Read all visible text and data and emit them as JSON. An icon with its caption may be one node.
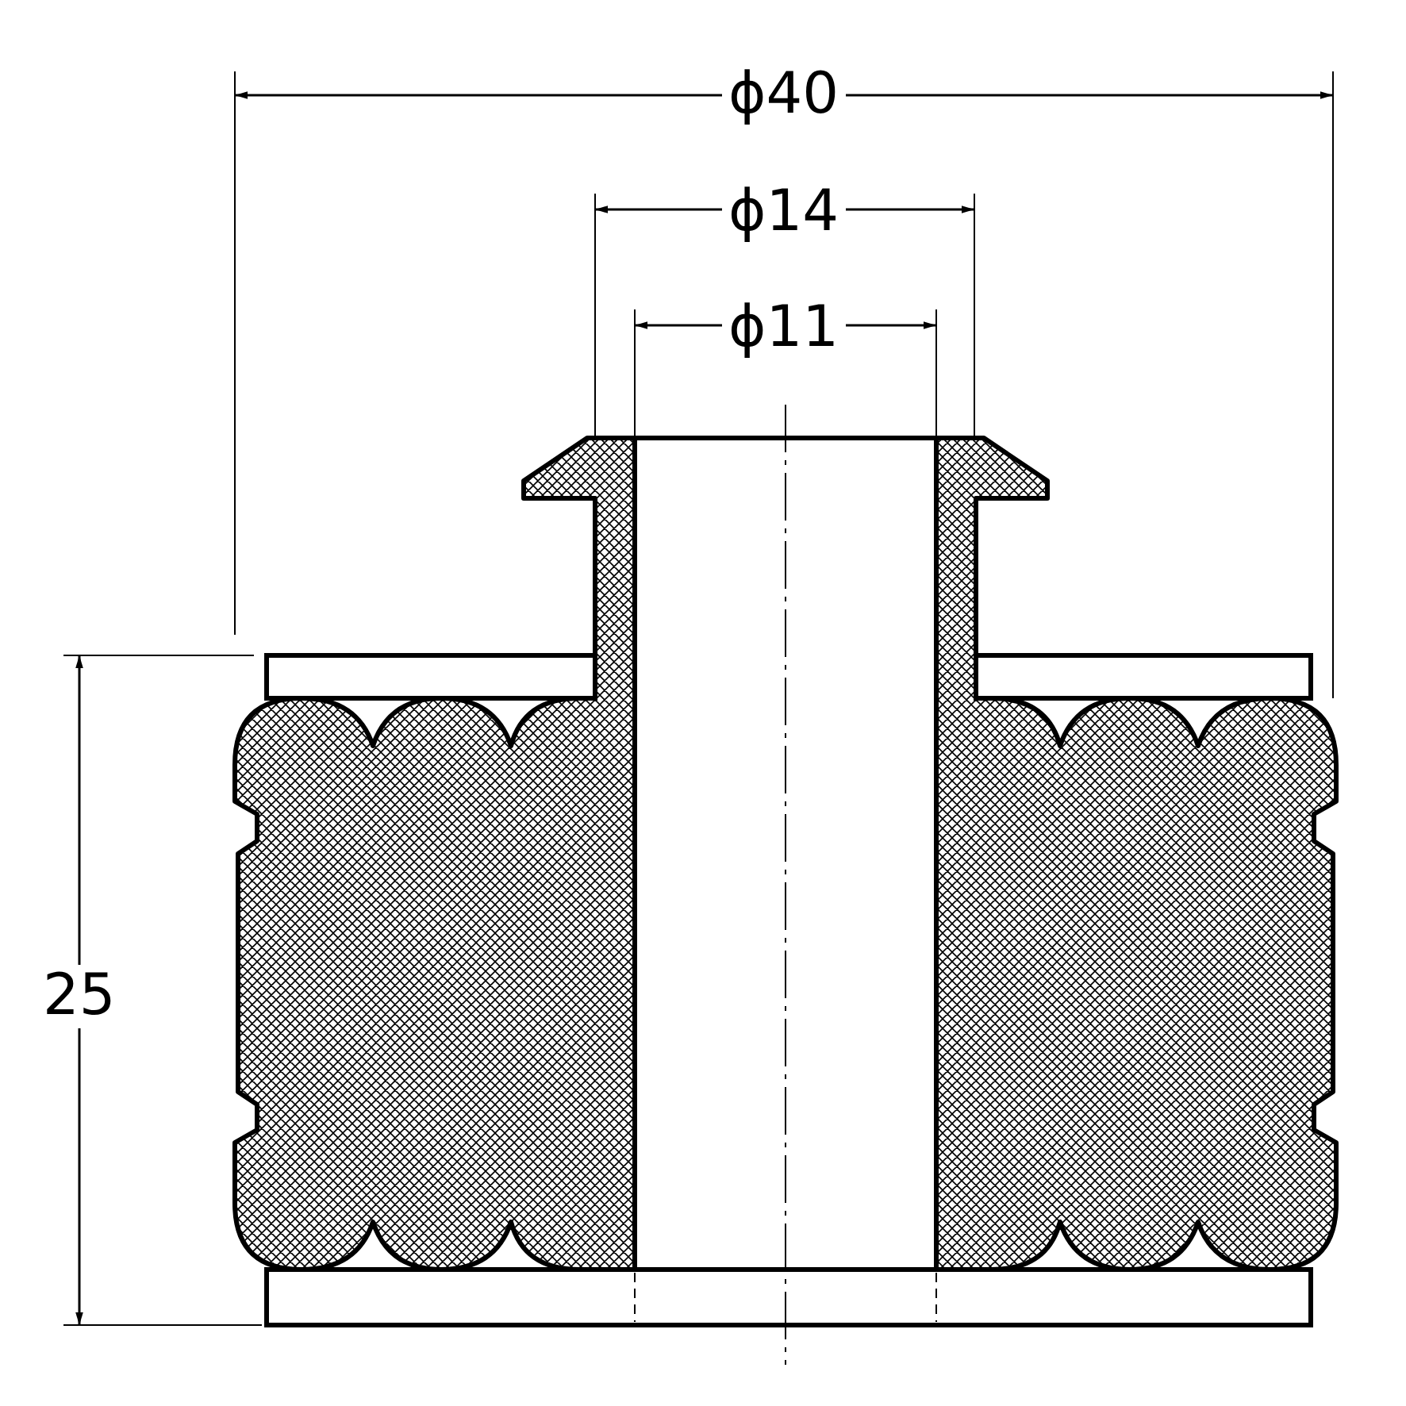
{
  "diagram": {
    "labels": [
      "ϕ40",
      "ϕ14",
      "ϕ11",
      "25"
    ]
  }
}
